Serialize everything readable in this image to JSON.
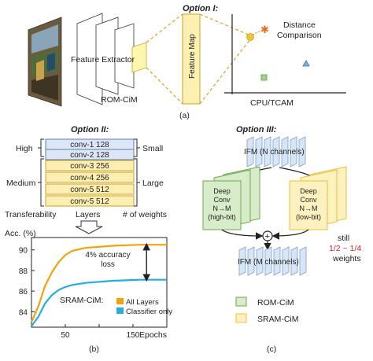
{
  "panel_a": {
    "option_title": "Option I:",
    "feature_extractor": "Feature Extractor",
    "feature_map": "Feature Map",
    "rom_cim": "ROM-CiM",
    "distance_comparison": "Distance\nComparison",
    "cpu_tcam": "CPU/TCAM",
    "caption": "(a)"
  },
  "panel_b": {
    "option_title": "Option II:",
    "layers": [
      {
        "name": "conv-1 128",
        "group": "small"
      },
      {
        "name": "conv-2 128",
        "group": "small"
      },
      {
        "name": "conv-3 256",
        "group": "large"
      },
      {
        "name": "conv-4 256",
        "group": "large"
      },
      {
        "name": "conv-5 512",
        "group": "large"
      },
      {
        "name": "conv-5 512",
        "group": "large"
      }
    ],
    "high": "High",
    "medium": "Medium",
    "small": "Small",
    "large": "Large",
    "transferability": "Transferability",
    "layers_label": "Layers",
    "num_weights": "# of weights",
    "caption": "(b)",
    "colors": {
      "blue_fill": "#dce6f4",
      "blue_stroke": "#5b7fb5",
      "yellow_fill": "#fdefb2",
      "yellow_stroke": "#c9a227"
    }
  },
  "chart_data": {
    "type": "line",
    "ylabel": "Acc. (%)",
    "xlabel": "Epochs",
    "xlim": [
      0,
      200
    ],
    "ylim": [
      82.5,
      91.2
    ],
    "x_ticks": [
      50,
      100,
      150
    ],
    "x_tick_labels": [
      "50",
      "",
      "150"
    ],
    "y_ticks": [
      84,
      86,
      88,
      90
    ],
    "legend_title": "SRAM-CiM:",
    "legend_position": "bottom-right",
    "annotation": "4% accuracy\nloss",
    "series": [
      {
        "name": "All Layers",
        "color": "#f0a30a",
        "x": [
          0,
          10,
          20,
          30,
          40,
          50,
          60,
          80,
          100,
          120,
          140,
          160,
          180,
          200
        ],
        "y": [
          83.0,
          84.5,
          86.5,
          87.8,
          88.8,
          89.5,
          89.9,
          90.2,
          90.3,
          90.4,
          90.45,
          90.5,
          90.5,
          90.5
        ]
      },
      {
        "name": "Classifier only",
        "color": "#23aee0",
        "x": [
          0,
          10,
          20,
          30,
          40,
          50,
          60,
          80,
          100,
          120,
          140,
          160,
          180,
          200
        ],
        "y": [
          82.6,
          83.5,
          84.8,
          85.6,
          86.1,
          86.4,
          86.6,
          86.8,
          86.9,
          87.0,
          87.05,
          87.1,
          87.1,
          87.1
        ]
      }
    ]
  },
  "panel_c": {
    "option_title": "Option III:",
    "ifm_n": "IFM (N channels)",
    "ifm_m": "IFM (M channels)",
    "deep_conv_left": "Deep\nConv\nN→M\n(high-bit)",
    "deep_conv_right": "Deep\nConv\nN→M\n(low-bit)",
    "plus": "+",
    "still": "still",
    "fraction": "1/2 ~ 1/4",
    "weights": "weights",
    "legend_rom": "ROM-CiM",
    "legend_sram": "SRAM-CiM",
    "caption": "(c)",
    "colors": {
      "rom_fill": "#d9ecc9",
      "rom_stroke": "#6aa84f",
      "sram_fill": "#fdf2bf",
      "sram_stroke": "#e7c23a",
      "ifm_fill": "#d6e5f7",
      "ifm_stroke": "#7f9fc8",
      "red": "#e02020"
    }
  }
}
